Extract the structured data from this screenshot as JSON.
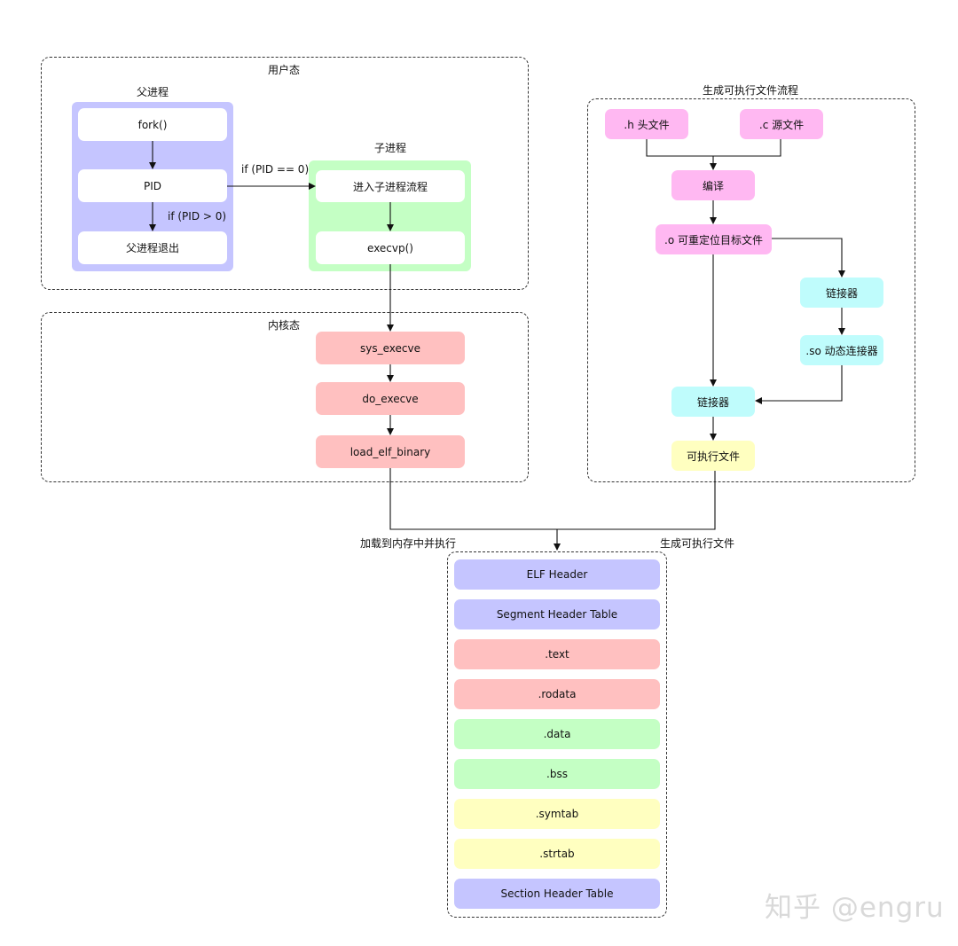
{
  "regions": {
    "user_space": "用户态",
    "kernel_space": "内核态",
    "build_flow": "生成可执行文件流程"
  },
  "groups": {
    "parent": "父进程",
    "child": "子进程"
  },
  "nodes": {
    "fork": "fork()",
    "pid": "PID",
    "parent_exit": "父进程退出",
    "enter_child": "进入子进程流程",
    "execvp": "execvp()",
    "sys_execve": "sys_execve",
    "do_execve": "do_execve",
    "load_elf_binary": "load_elf_binary",
    "h_header": ".h 头文件",
    "c_source": ".c 源文件",
    "compile": "编译",
    "o_relocatable": ".o 可重定位目标文件",
    "linker_1": "链接器",
    "so_dynamic": ".so 动态连接器",
    "linker_2": "链接器",
    "executable": "可执行文件"
  },
  "edge_labels": {
    "pid_eq_0": "if (PID == 0)",
    "pid_gt_0": "if (PID > 0)",
    "load_exec": "加载到内存中并执行",
    "gen_exec": "生成可执行文件"
  },
  "elf_sections": [
    {
      "label": "ELF Header",
      "color": "#c5c5ff"
    },
    {
      "label": "Segment Header Table",
      "color": "#c5c5ff"
    },
    {
      "label": ".text",
      "color": "#ffc0c0"
    },
    {
      "label": ".rodata",
      "color": "#ffc0c0"
    },
    {
      "label": ".data",
      "color": "#c4ffc4"
    },
    {
      "label": ".bss",
      "color": "#c4ffc4"
    },
    {
      "label": ".symtab",
      "color": "#ffffc0"
    },
    {
      "label": ".strtab",
      "color": "#ffffc0"
    },
    {
      "label": "Section Header Table",
      "color": "#c5c5ff"
    }
  ],
  "watermark": "知乎 @engru"
}
